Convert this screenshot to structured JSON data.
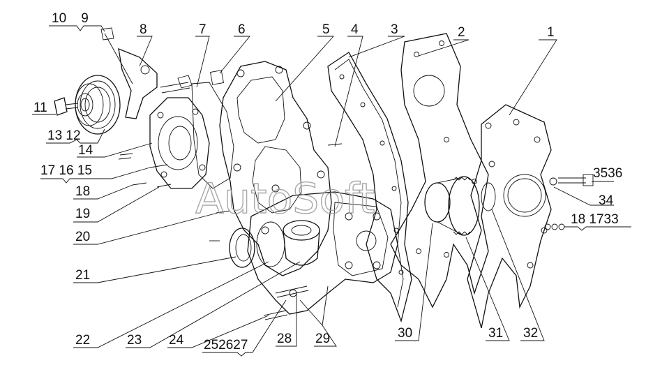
{
  "watermark": "AutoSoft",
  "callouts": [
    {
      "id": "c1",
      "text": "1"
    },
    {
      "id": "c2",
      "text": "2"
    },
    {
      "id": "c3",
      "text": "3"
    },
    {
      "id": "c4",
      "text": "4"
    },
    {
      "id": "c5",
      "text": "5"
    },
    {
      "id": "c6",
      "text": "6"
    },
    {
      "id": "c7",
      "text": "7"
    },
    {
      "id": "c8",
      "text": "8"
    },
    {
      "id": "c10-9",
      "text": "10    9"
    },
    {
      "id": "c11",
      "text": "11"
    },
    {
      "id": "c13-12",
      "text": "13 12"
    },
    {
      "id": "c14",
      "text": "14"
    },
    {
      "id": "c17-16-15",
      "text": "17 16 15"
    },
    {
      "id": "c18",
      "text": "18"
    },
    {
      "id": "c19",
      "text": "19"
    },
    {
      "id": "c20",
      "text": "20"
    },
    {
      "id": "c21",
      "text": "21"
    },
    {
      "id": "c22",
      "text": "22"
    },
    {
      "id": "c23",
      "text": "23"
    },
    {
      "id": "c24",
      "text": "24"
    },
    {
      "id": "c25-26-27",
      "text": "252627"
    },
    {
      "id": "c28",
      "text": "28"
    },
    {
      "id": "c29",
      "text": "29"
    },
    {
      "id": "c30",
      "text": "30"
    },
    {
      "id": "c31",
      "text": "31"
    },
    {
      "id": "c32",
      "text": "32"
    },
    {
      "id": "c35-36",
      "text": "3536"
    },
    {
      "id": "c34",
      "text": "34"
    },
    {
      "id": "c18-17-33",
      "text": "18 1733"
    }
  ]
}
